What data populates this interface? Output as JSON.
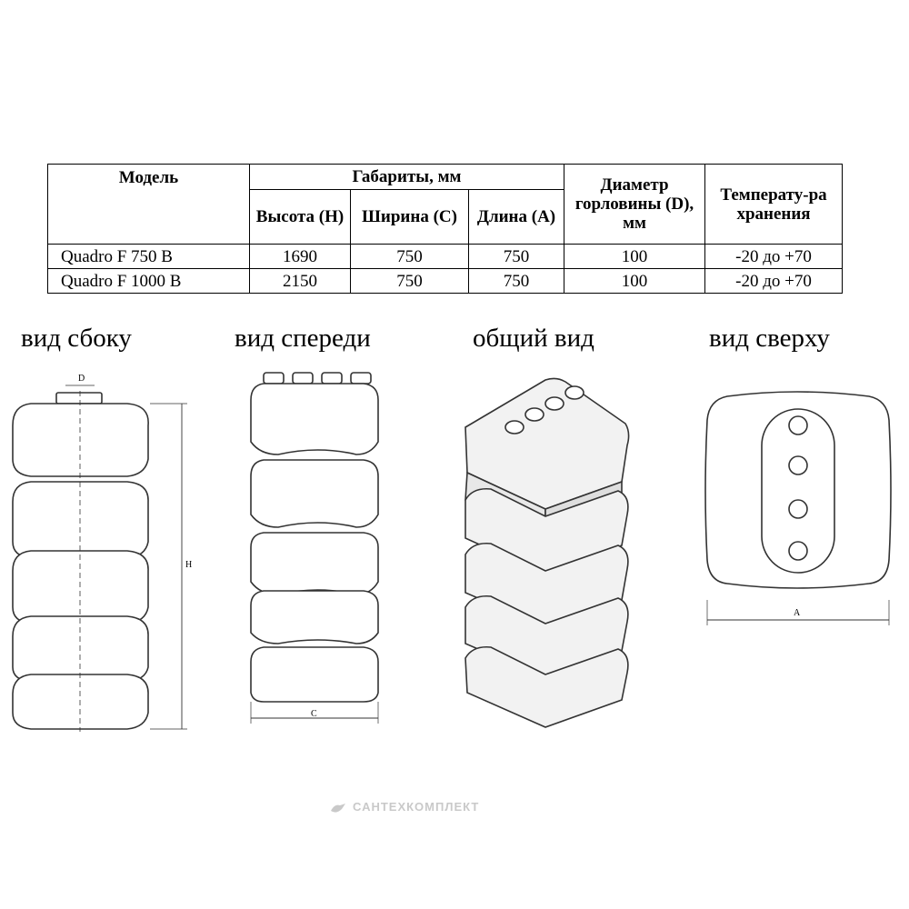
{
  "table": {
    "col_model": "Модель",
    "col_dimensions": "Габариты, мм",
    "col_height": "Высота (H)",
    "col_width": "Ширина (C)",
    "col_length": "Длина (A)",
    "col_diameter": "Диаметр горловины (D), мм",
    "col_temperature": "Температу-ра хранения",
    "rows": [
      {
        "model": "Quadro F 750 B",
        "height": "1690",
        "width": "750",
        "length": "750",
        "diameter": "100",
        "temperature": "-20 до +70"
      },
      {
        "model": "Quadro F 1000 B",
        "height": "2150",
        "width": "750",
        "length": "750",
        "diameter": "100",
        "temperature": "-20 до +70"
      }
    ]
  },
  "views": {
    "side": "вид сбоку",
    "front": "вид спереди",
    "general": "общий вид",
    "top": "вид сверху"
  },
  "dimension_labels": {
    "d": "D",
    "h": "H",
    "c": "C",
    "a": "A"
  },
  "watermark": "САНТЕХКОМПЛЕКТ"
}
